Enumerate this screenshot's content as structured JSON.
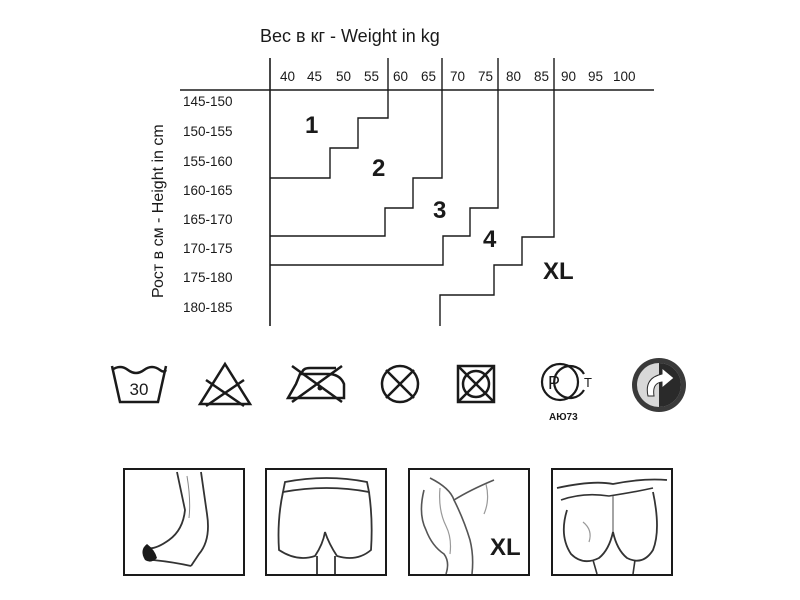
{
  "chart": {
    "title": "Вес в кг - Weight in kg",
    "y_axis_label": "Рост в см - Height in cm",
    "weights": [
      "40",
      "45",
      "50",
      "55",
      "60",
      "65",
      "70",
      "75",
      "80",
      "85",
      "90",
      "95",
      "100"
    ],
    "heights": [
      "145-150",
      "150-155",
      "155-160",
      "160-165",
      "165-170",
      "170-175",
      "175-180",
      "180-185"
    ],
    "sizes": [
      "1",
      "2",
      "3",
      "4",
      "XL"
    ]
  },
  "care_icons": {
    "wash_temperature": "30",
    "items": [
      "wash-30-icon",
      "no-bleach-icon",
      "low-iron-icon",
      "no-dry-clean-icon",
      "no-tumble-dry-icon",
      "certification-mark-icon",
      "green-dot-recycle-icon"
    ],
    "certification_code": "АЮ73"
  },
  "features": {
    "items": [
      "transparent-toe-icon",
      "panty-briefs-icon",
      "comfort-xl-icon",
      "shaping-back-icon"
    ],
    "xl_label": "XL"
  }
}
